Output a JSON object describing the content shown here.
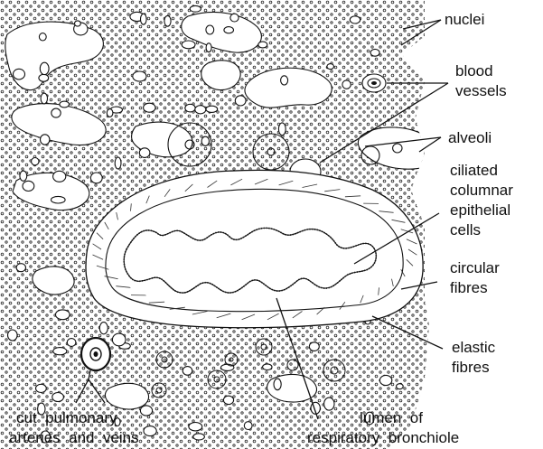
{
  "labels": {
    "nuclei": "nuclei",
    "blood_vessels": [
      "blood",
      "vessels"
    ],
    "alveoli": "alveoli",
    "ciliated": [
      "ciliated",
      "columnar",
      "epithelial",
      "cells"
    ],
    "circular_fibres": [
      "circular",
      "fibres"
    ],
    "elastic_fibres": [
      "elastic",
      "fibres"
    ],
    "cut_vessels": [
      "cut  pulmonary",
      "arteries  and  veins"
    ],
    "lumen": [
      "lumen  of",
      "respiratory  bronchiole"
    ]
  }
}
